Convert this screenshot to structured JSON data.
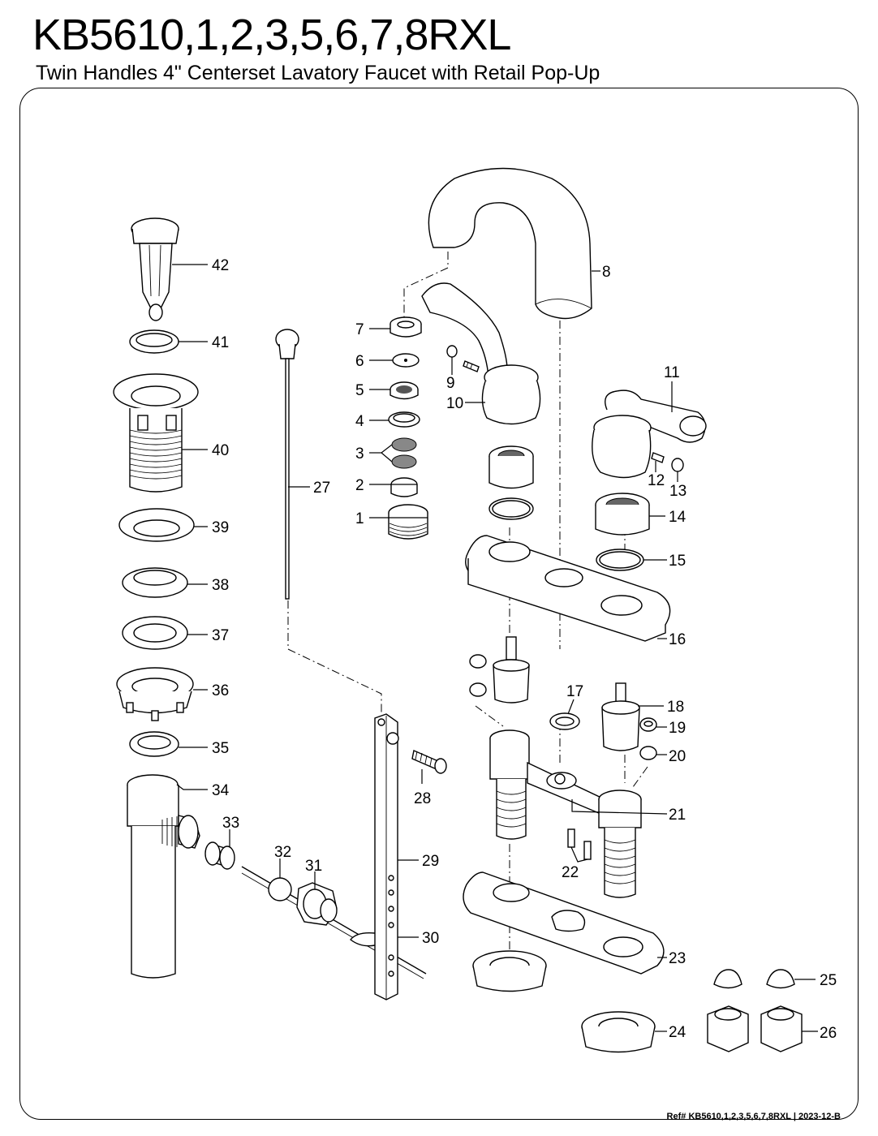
{
  "header": {
    "model": "KB5610,1,2,3,5,6,7,8RXL",
    "subtitle": "Twin Handles 4\" Centerset Lavatory Faucet with Retail Pop-Up"
  },
  "footer": {
    "reference": "Ref# KB5610,1,2,3,5,6,7,8RXL | 2023-12-B"
  },
  "callouts": [
    "1",
    "2",
    "3",
    "4",
    "5",
    "6",
    "7",
    "8",
    "9",
    "10",
    "11",
    "12",
    "13",
    "14",
    "15",
    "16",
    "17",
    "18",
    "19",
    "20",
    "21",
    "22",
    "23",
    "24",
    "25",
    "26",
    "27",
    "28",
    "29",
    "30",
    "31",
    "32",
    "33",
    "34",
    "35",
    "36",
    "37",
    "38",
    "39",
    "40",
    "41",
    "42"
  ]
}
